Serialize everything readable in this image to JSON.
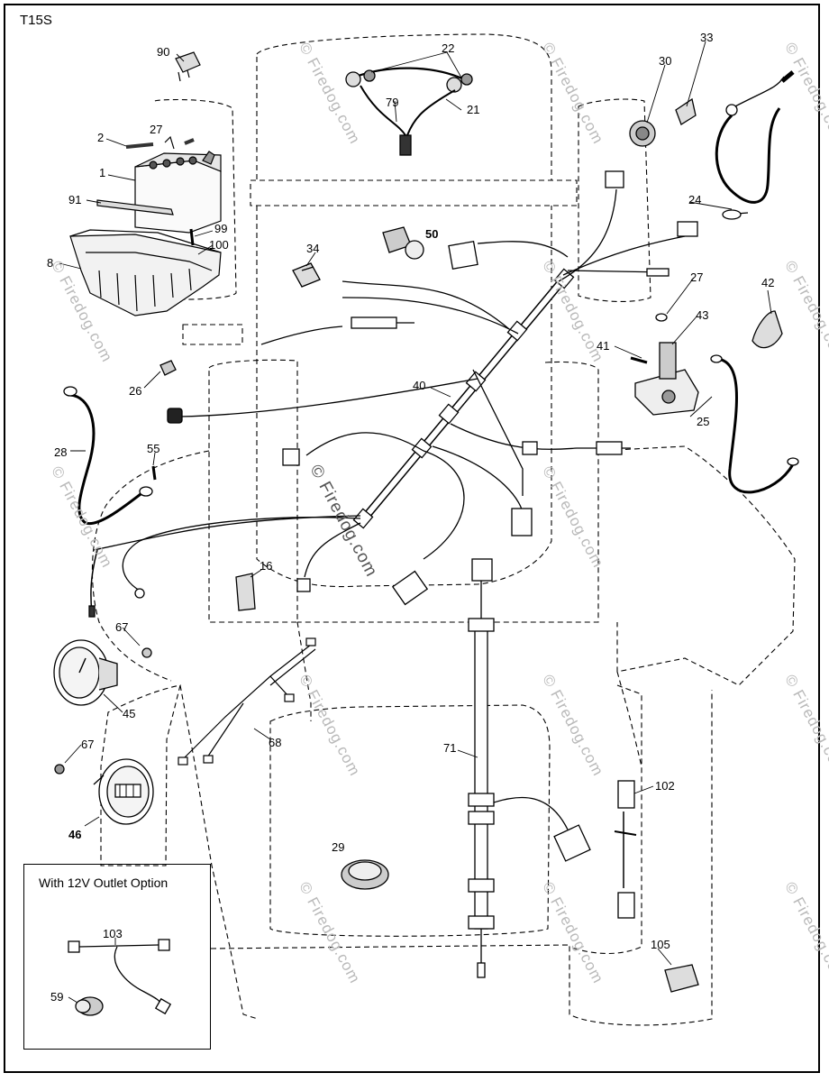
{
  "diagram_code": "T15S",
  "inset_title": "With 12V Outlet Option",
  "watermark": "© Firedog.com",
  "callouts": [
    {
      "id": "c90",
      "text": "90"
    },
    {
      "id": "c22",
      "text": "22"
    },
    {
      "id": "c30",
      "text": "30"
    },
    {
      "id": "c33",
      "text": "33"
    },
    {
      "id": "c27a",
      "text": "27"
    },
    {
      "id": "c2",
      "text": "2"
    },
    {
      "id": "c79",
      "text": "79"
    },
    {
      "id": "c21",
      "text": "21"
    },
    {
      "id": "c1",
      "text": "1"
    },
    {
      "id": "c91",
      "text": "91"
    },
    {
      "id": "c99",
      "text": "99"
    },
    {
      "id": "c100",
      "text": "100"
    },
    {
      "id": "c8",
      "text": "8"
    },
    {
      "id": "c34",
      "text": "34"
    },
    {
      "id": "c50",
      "text": "50"
    },
    {
      "id": "c24",
      "text": "24"
    },
    {
      "id": "c27b",
      "text": "27"
    },
    {
      "id": "c42",
      "text": "42"
    },
    {
      "id": "c43",
      "text": "43"
    },
    {
      "id": "c41",
      "text": "41"
    },
    {
      "id": "c26",
      "text": "26"
    },
    {
      "id": "c40",
      "text": "40"
    },
    {
      "id": "c25",
      "text": "25"
    },
    {
      "id": "c28",
      "text": "28"
    },
    {
      "id": "c55",
      "text": "55"
    },
    {
      "id": "c16",
      "text": "16"
    },
    {
      "id": "c67a",
      "text": "67"
    },
    {
      "id": "c45",
      "text": "45"
    },
    {
      "id": "c68",
      "text": "68"
    },
    {
      "id": "c67b",
      "text": "67"
    },
    {
      "id": "c71",
      "text": "71"
    },
    {
      "id": "c102",
      "text": "102"
    },
    {
      "id": "c46",
      "text": "46"
    },
    {
      "id": "c29",
      "text": "29"
    },
    {
      "id": "c103",
      "text": "103"
    },
    {
      "id": "c105",
      "text": "105"
    },
    {
      "id": "c59",
      "text": "59"
    }
  ]
}
